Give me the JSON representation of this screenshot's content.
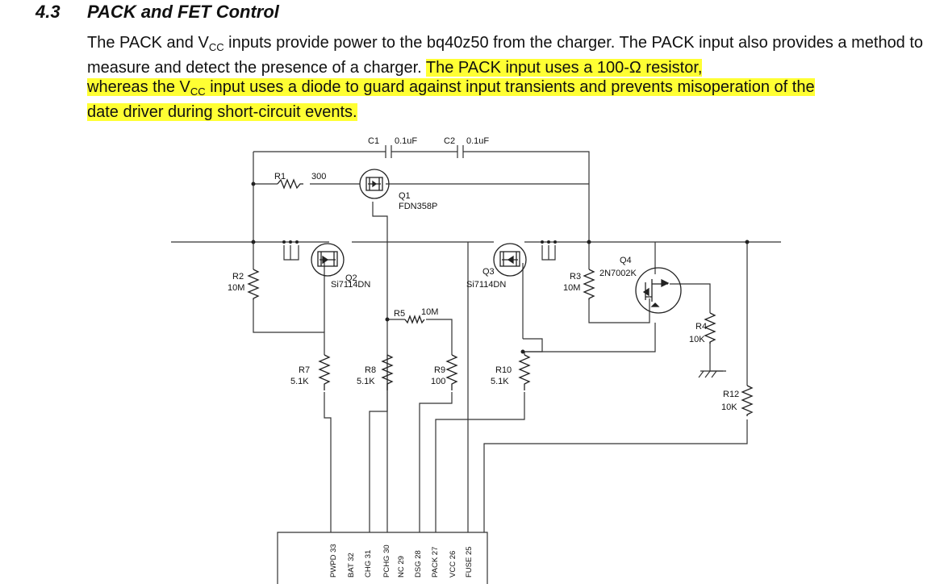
{
  "section": {
    "number": "4.3",
    "title": "PACK and FET Control"
  },
  "paragraph": {
    "s1_a": "The PACK and V",
    "s1_sub": "CC",
    "s1_b": " inputs provide power to the bq40z50 from the charger. The PACK input also provides a method to measure and detect the presence of a charger. ",
    "h1": "The PACK input uses a 100-Ω resistor,",
    "h2a": "whereas the V",
    "h2_sub": "CC",
    "h2b": " input uses a diode to guard against input transients and prevents misoperation of the",
    "h3": "date driver during short-circuit events."
  },
  "schematic": {
    "components": {
      "c1_ref": "C1",
      "c1_val": "0.1uF",
      "c2_ref": "C2",
      "c2_val": "0.1uF",
      "r1_ref": "R1",
      "r1_val": "300",
      "q1_ref": "Q1",
      "q1_part": "FDN358P",
      "r2_ref": "R2",
      "r2_val": "10M",
      "q2_ref": "Q2",
      "q2_part": "Si7114DN",
      "q3_ref": "Q3",
      "q3_part": "Si7114DN",
      "r3_ref": "R3",
      "r3_val": "10M",
      "q4_ref": "Q4",
      "q4_part": "2N7002K",
      "r5_ref": "R5",
      "r5_val": "10M",
      "r4_ref": "R4",
      "r4_val": "10K",
      "r7_ref": "R7",
      "r7_val": "5.1K",
      "r8_ref": "R8",
      "r8_val": "5.1K",
      "r9_ref": "R9",
      "r9_val": "100",
      "r10_ref": "R10",
      "r10_val": "5.1K",
      "r12_ref": "R12",
      "r12_val": "10K"
    },
    "pins": [
      "PWPD 33",
      "BAT 32",
      "CHG 31",
      "PCHG 30",
      "NC 29",
      "DSG 28",
      "PACK 27",
      "VCC 26",
      "FUSE 25"
    ]
  }
}
